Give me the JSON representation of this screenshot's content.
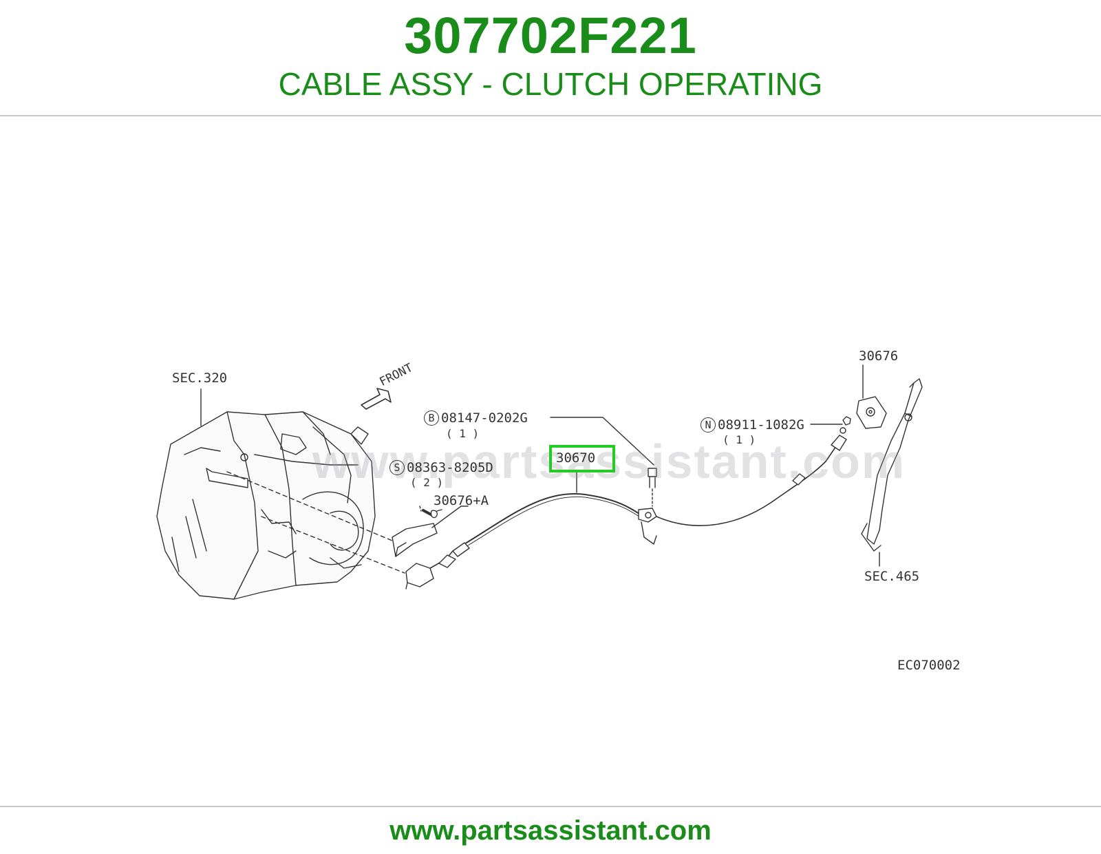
{
  "header": {
    "part_number": "307702F221",
    "part_name": "CABLE ASSY - CLUTCH OPERATING"
  },
  "diagram": {
    "labels": {
      "sec_320": "SEC.320",
      "front": "FRONT",
      "bolt_ref": "08147-0202G",
      "bolt_symbol": "B",
      "bolt_qty": "( 1 )",
      "screw_ref": "08363-8205D",
      "screw_symbol": "S",
      "screw_qty": "( 2 )",
      "nut_ref": "08911-1082G",
      "nut_symbol": "N",
      "nut_qty": "( 1 )",
      "bracket_a": "30676+A",
      "grommet": "30676",
      "cable_assy": "30670",
      "sec_465": "SEC.465",
      "diagram_code": "EC070002"
    },
    "watermark": "www.partsassistant.com",
    "highlight_color": "#22cc22"
  },
  "footer": {
    "url": "www.partsassistant.com"
  },
  "colors": {
    "brand_green": "#1a8c1a",
    "rule_gray": "#c8c8c8"
  }
}
